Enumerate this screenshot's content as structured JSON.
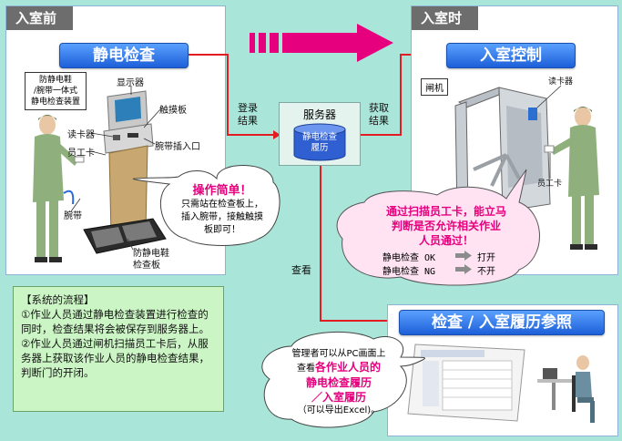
{
  "left_panel": {
    "header": "入室前",
    "title": "静电检查",
    "device_note": [
      "防静电鞋",
      "/腕带一体式",
      "静电检查装置"
    ],
    "labels": {
      "display": "显示器",
      "touch_plate": "触摸板",
      "wrist_port": "腕带插入口",
      "card_reader": "读卡器",
      "staff_card": "员工卡",
      "wristband": "腕带",
      "shoe_plate": [
        "防静电鞋",
        "检查板"
      ]
    },
    "bubble": {
      "title": "操作简单！",
      "text": [
        "只需站在检查板上，",
        "插入腕带，接触触摸",
        "板即可！"
      ]
    }
  },
  "server": {
    "title": "服务器",
    "db_label": [
      "静电检查",
      "履历"
    ],
    "left_label": [
      "登录",
      "结果"
    ],
    "right_label": [
      "获取",
      "结果"
    ],
    "down_label": "查看"
  },
  "right_panel": {
    "header": "入室时",
    "title": "入室控制",
    "gate": "闸机",
    "card_reader": "读卡器",
    "staff_card": "员工卡",
    "bubble": {
      "title": [
        "通过扫描员工卡，能立马",
        "判断是否允许相关作业",
        "人员通过！"
      ],
      "rows": [
        {
          "left": "静电检查 OK",
          "right": "打开"
        },
        {
          "left": "静电检查 NG",
          "right": "不开"
        }
      ]
    }
  },
  "flow": {
    "title": "【系统的流程】",
    "items": [
      "①作业人员通过静电检查装置进行检查的同时，检查结果将会被保存到服务器上。",
      "②作业人员通过闸机扫描员工卡后，从服务器上获取该作业人员的静电检查结果，判断门的开闭。"
    ]
  },
  "history": {
    "title": "检查 / 入室履历参照",
    "bubble": {
      "line1": "管理者可以从PC画面上",
      "line2_prefix": "查看",
      "line2_red": "各作业人员的",
      "line3_red": "静电检查履历",
      "line4_red": "／入室履历",
      "line5": "（可以导出Excel)。"
    }
  },
  "colors": {
    "background": "#a9e6d9",
    "arrow": "#e31b23",
    "magenta": "#e6007e",
    "bubble_fill": "#ffe3f3"
  }
}
